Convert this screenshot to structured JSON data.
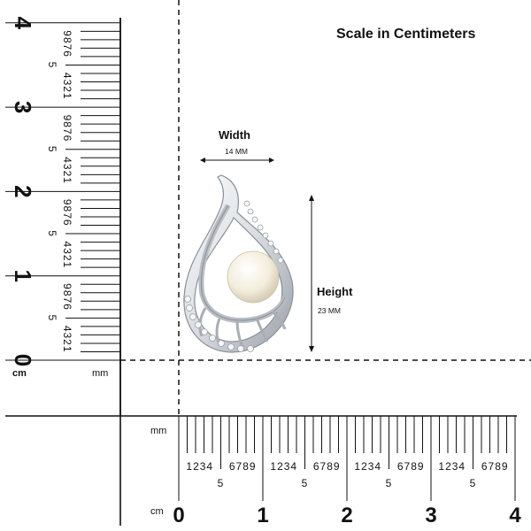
{
  "title": "Scale in Centimeters",
  "width": {
    "label": "Width",
    "value": "14 MM"
  },
  "height": {
    "label": "Height",
    "value": "23 MM"
  },
  "vertical_ruler": {
    "cm_labels": [
      "0",
      "1",
      "2",
      "3",
      "4"
    ],
    "unit_cm": "cm",
    "unit_mm": "mm",
    "digits_low": "4321",
    "digits_mid": "5",
    "digits_high": "9876"
  },
  "horizontal_ruler": {
    "cm_labels": [
      "0",
      "1",
      "2",
      "3",
      "4"
    ],
    "unit_cm": "cm",
    "unit_mm": "mm",
    "digits_low": "1234",
    "digits_mid": "5",
    "digits_high": "6789"
  },
  "colors": {
    "metal": "#d9dde2",
    "metal_edge": "#8a9097",
    "pearl": "#f3eddc",
    "ink": "#111111"
  },
  "icons": [
    "pendant-icon",
    "pearl-icon"
  ]
}
